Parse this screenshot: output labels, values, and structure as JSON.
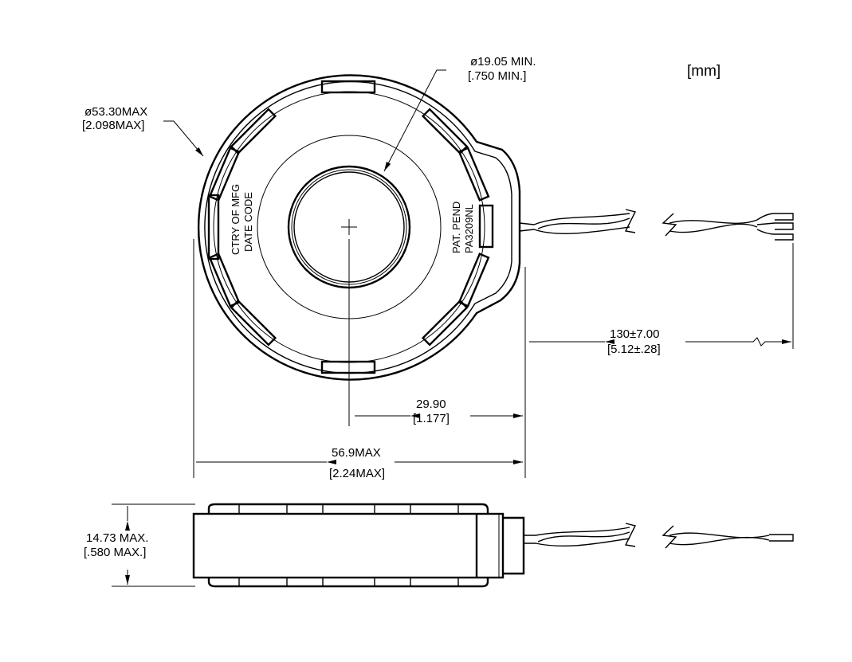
{
  "units": "[mm]",
  "top_view": {
    "outer_diameter": {
      "metric": "ø53.30MAX",
      "imperial": "[2.098MAX]"
    },
    "bore_diameter": {
      "metric": "ø19.05  MIN.",
      "imperial": "[.750  MIN.]"
    },
    "marking_left": {
      "line1": "CTRY OF MFG",
      "line2": "DATE CODE"
    },
    "marking_right": {
      "line1": "PAT. PEND",
      "line2": "PA3209NL"
    },
    "lead_length": {
      "metric": "130±7.00",
      "imperial": "[5.12±.28]"
    },
    "center_to_tab": {
      "metric": "29.90",
      "imperial": "[1.177]"
    },
    "overall_width": {
      "metric": "56.9MAX",
      "imperial": "[2.24MAX]"
    }
  },
  "side_view": {
    "height": {
      "metric": "14.73  MAX.",
      "imperial": "[.580  MAX.]"
    }
  }
}
